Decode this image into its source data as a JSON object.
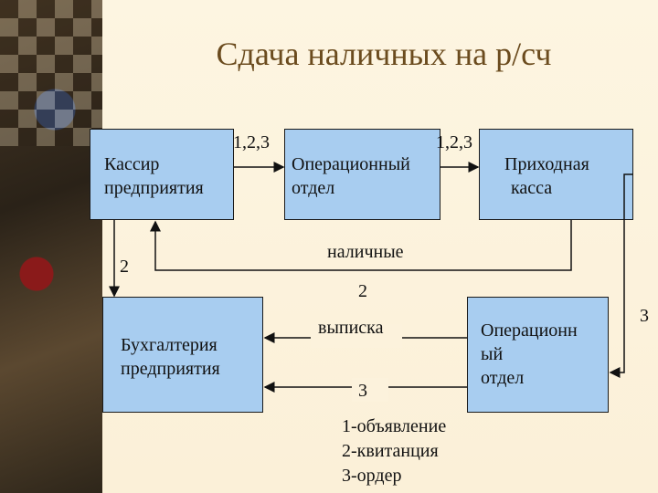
{
  "title": "Сдача наличных на р/сч",
  "boxes": {
    "cashier": [
      "Кассир",
      "предприятия"
    ],
    "opdept1": [
      "Операционный",
      "отдел"
    ],
    "incoming": [
      "Приходная",
      "касса"
    ],
    "accounting": [
      "Бухгалтерия",
      "предприятия"
    ],
    "opdept2": [
      "Операционн",
      "ый",
      "отдел"
    ]
  },
  "labels": {
    "a1": "1,2,3",
    "a2": "1,2,3",
    "cash": "наличные",
    "two_left": "2",
    "two_mid": "2",
    "statement": "выписка",
    "three_mid": "3",
    "three_right": "3"
  },
  "legend": [
    "1-объявление",
    "2-квитанция",
    "3-ордер"
  ],
  "colors": {
    "box_fill": "#a8cdf0",
    "title": "#6b4b1e"
  }
}
